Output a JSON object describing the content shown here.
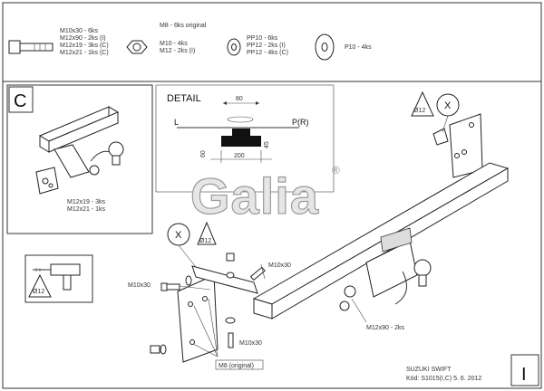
{
  "header": {
    "bolts": [
      "M10x30 - 6ks",
      "M12x90 - 2ks (I)",
      "M12x19 - 3ks (C)",
      "M12x21 - 1ks (C)"
    ],
    "nuts_title": "M8 - 6ks original",
    "nuts": [
      "M10 - 4ks",
      "M12 - 2ks (I)"
    ],
    "washers_small": [
      "PP10 - 6ks",
      "PP12 - 2ks (I)",
      "PP12 - 4ks (C)"
    ],
    "washers_large": "P10 - 4ks"
  },
  "panel_c": {
    "letter": "C",
    "bolts": [
      "M12x19 - 3ks",
      "M12x21 - 1ks"
    ]
  },
  "detail": {
    "title": "DETAIL",
    "dim_80": "80",
    "label_l": "L",
    "label_pr": "P(R)",
    "dim_60": "60",
    "dim_200": "200",
    "dim_45": "45"
  },
  "logo": {
    "text": "Galia",
    "reg": "®"
  },
  "main": {
    "x_mark": "X",
    "drill": "Ø12",
    "m10x30": "M10x30",
    "m12x90": "M12x90 - 2ks",
    "m8_original": "M8 (original)"
  },
  "footer": {
    "model": "SUZUKI SWIFT",
    "code": "Kód: S1015(I,C)  5. 6. 2012",
    "sheet": "I"
  }
}
